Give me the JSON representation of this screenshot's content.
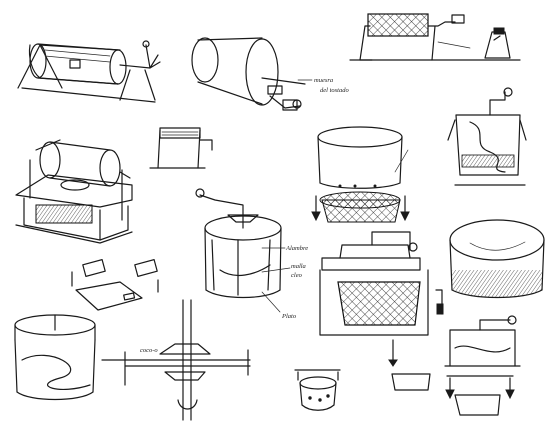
{
  "annotations": {
    "tostado_line1": "muesra",
    "tostado_line2": "del tostado",
    "label_alambre": "Alambre",
    "label_malla": "malla",
    "label_malla2": "cleo",
    "label_plato": "Plato",
    "label_small": "coco-o"
  },
  "colors": {
    "ink": "#1a1a1a",
    "paper": "#ffffff"
  }
}
